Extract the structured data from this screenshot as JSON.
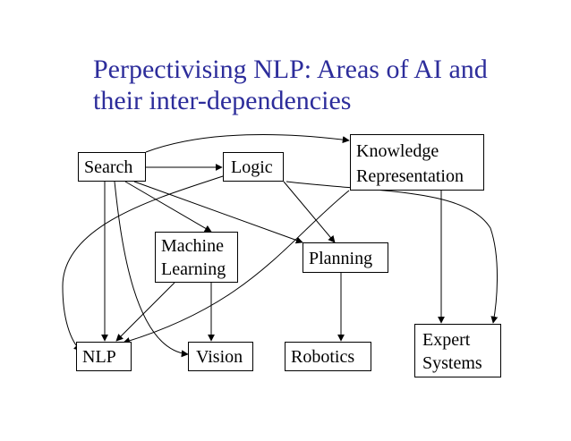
{
  "title": {
    "line1": "Perpectivising NLP: Areas of AI and",
    "line2": "their inter-dependencies"
  },
  "nodes": {
    "search": {
      "label": "Search"
    },
    "logic": {
      "label": "Logic"
    },
    "knowledge": {
      "line1": "Knowledge",
      "line2": "Representation"
    },
    "machine_learning": {
      "line1": "Machine",
      "line2": "Learning"
    },
    "planning": {
      "label": "Planning"
    },
    "nlp": {
      "label": "NLP"
    },
    "vision": {
      "label": "Vision"
    },
    "robotics": {
      "label": "Robotics"
    },
    "expert": {
      "line1": "Expert",
      "line2": "Systems"
    }
  },
  "edges": [
    {
      "from": "Search",
      "to": "Logic"
    },
    {
      "from": "Search",
      "to": "Knowledge Representation"
    },
    {
      "from": "Search",
      "to": "Machine Learning"
    },
    {
      "from": "Search",
      "to": "Planning"
    },
    {
      "from": "Search",
      "to": "NLP"
    },
    {
      "from": "Search",
      "to": "Vision"
    },
    {
      "from": "Logic",
      "to": "NLP"
    },
    {
      "from": "Logic",
      "to": "Planning"
    },
    {
      "from": "Logic",
      "to": "Expert Systems"
    },
    {
      "from": "Knowledge Representation",
      "to": "NLP"
    },
    {
      "from": "Knowledge Representation",
      "to": "Expert Systems"
    },
    {
      "from": "Machine Learning",
      "to": "NLP"
    },
    {
      "from": "Machine Learning",
      "to": "Vision"
    },
    {
      "from": "Planning",
      "to": "Robotics"
    }
  ]
}
